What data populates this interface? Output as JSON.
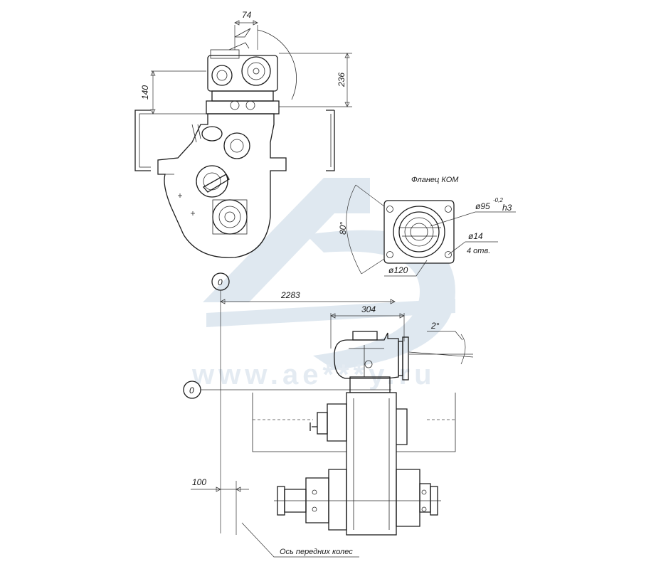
{
  "dimensions": {
    "d74": "74",
    "d140": "140",
    "d236": "236",
    "d80deg": "80°",
    "d95": "ø95",
    "d95_tol": "-0,2",
    "d95_fit": "h3",
    "d14": "ø14",
    "d14_holes": "4 отв.",
    "d120": "ø120",
    "d2283": "2283",
    "d304": "304",
    "d2deg": "2°",
    "d100": "100"
  },
  "labels": {
    "flange_title": "Фланец КОМ",
    "datum_top": "0",
    "datum_left": "0",
    "front_axle": "Ось передних колес"
  },
  "watermark": {
    "text": "www.ae***y.ru"
  },
  "colors": {
    "line": "#1c1c1c",
    "watermark": "#dfe8f0"
  }
}
